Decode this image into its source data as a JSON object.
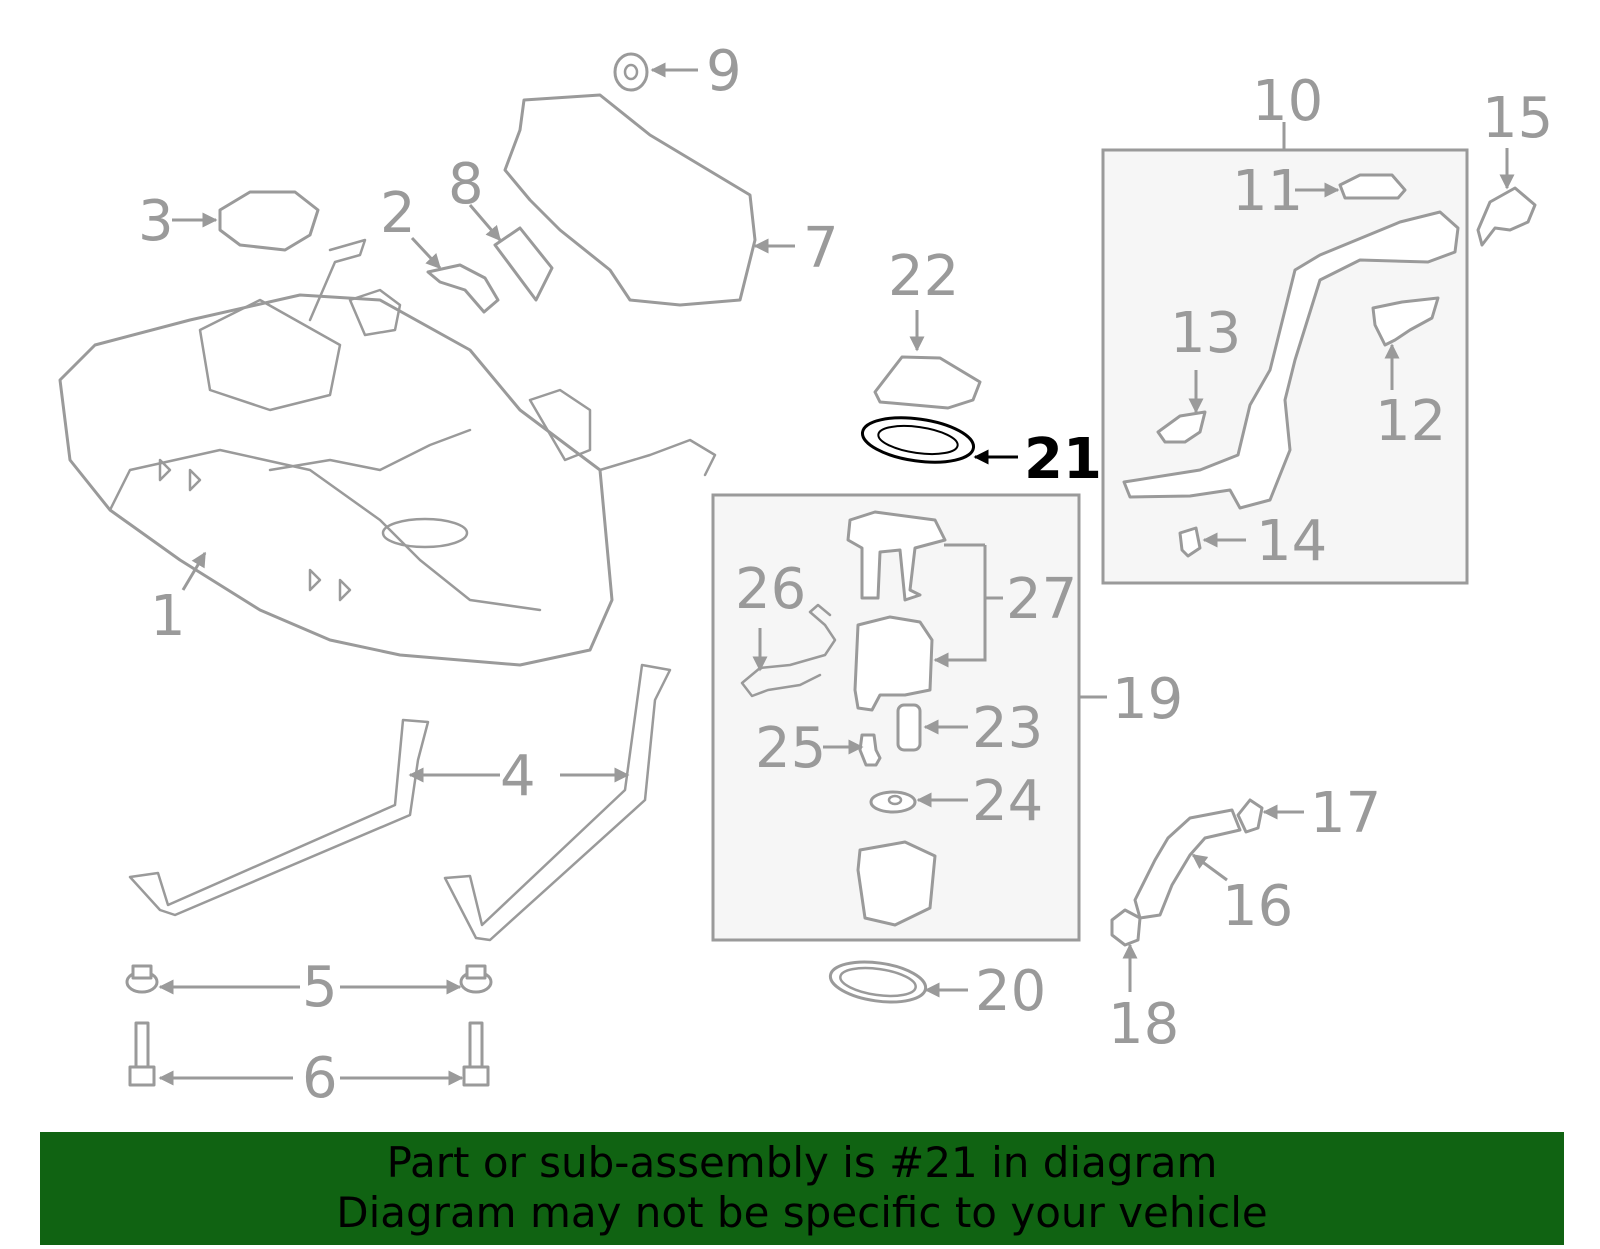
{
  "diagram": {
    "highlighted_callout": "21",
    "callouts": {
      "c1": "1",
      "c2": "2",
      "c3": "3",
      "c4": "4",
      "c5": "5",
      "c6": "6",
      "c7": "7",
      "c8": "8",
      "c9": "9",
      "c10": "10",
      "c11": "11",
      "c12": "12",
      "c13": "13",
      "c14": "14",
      "c15": "15",
      "c16": "16",
      "c17": "17",
      "c18": "18",
      "c19": "19",
      "c20": "20",
      "c21": "21",
      "c22": "22",
      "c23": "23",
      "c24": "24",
      "c25": "25",
      "c26": "26",
      "c27": "27"
    },
    "colors": {
      "line": "#9a9a9a",
      "highlight": "#000000",
      "banner": "#106312",
      "box_fill": "#f6f6f6"
    }
  },
  "footer": {
    "line1": "Part or sub-assembly is #21 in diagram",
    "line2": "Diagram may not be specific to your vehicle"
  }
}
